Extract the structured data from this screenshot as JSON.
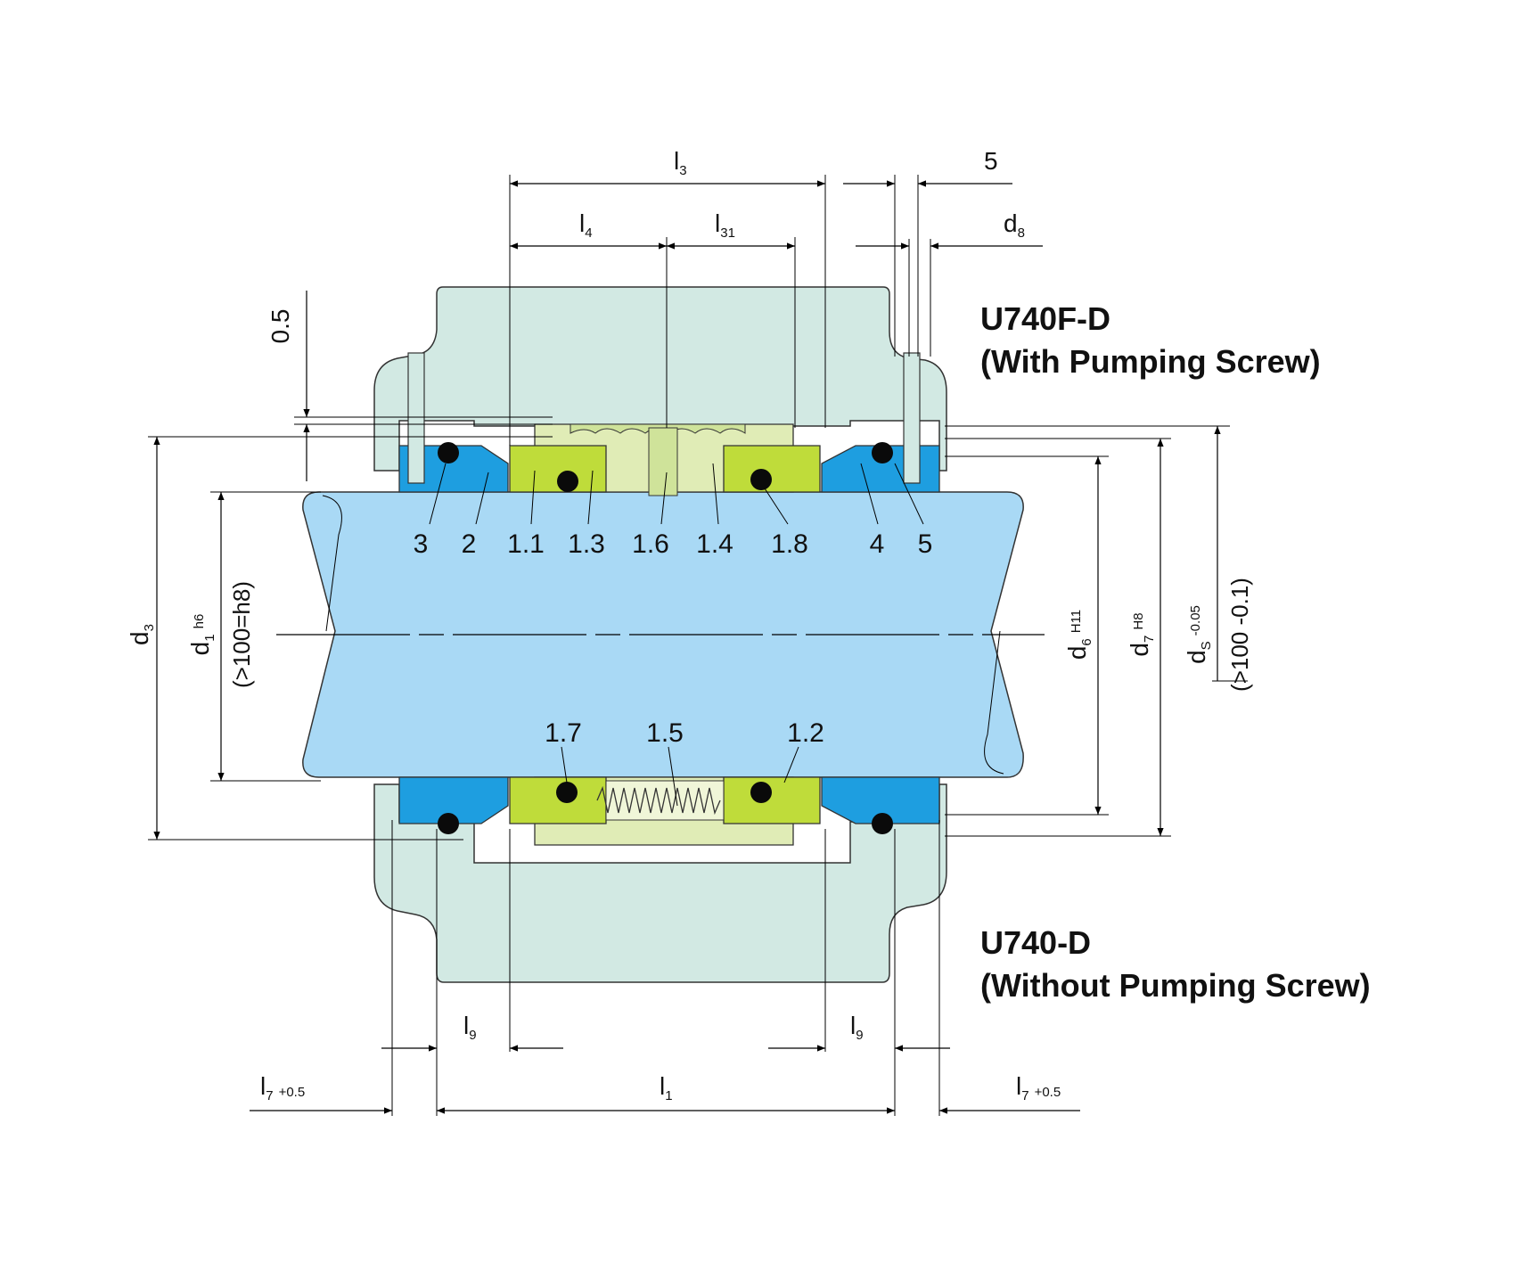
{
  "titles": {
    "top_model": "U740F-D",
    "top_variant": "(With Pumping Screw)",
    "bottom_model": "U740-D",
    "bottom_variant": "(Without Pumping Screw)"
  },
  "part_numbers": {
    "p3": "3",
    "p2": "2",
    "p1_1": "1.1",
    "p1_3": "1.3",
    "p1_6": "1.6",
    "p1_4": "1.4",
    "p1_8": "1.8",
    "p4": "4",
    "p5": "5",
    "p1_7": "1.7",
    "p1_5": "1.5",
    "p1_2": "1.2"
  },
  "dimensions": {
    "l3": {
      "main": "l",
      "sub": "3"
    },
    "l4": {
      "main": "l",
      "sub": "4"
    },
    "l31": {
      "main": "l",
      "sub": "31"
    },
    "five": "5",
    "d8": {
      "main": "d",
      "sub": "8"
    },
    "half": "0.5",
    "d3": {
      "main": "d",
      "sub": "3"
    },
    "d1": {
      "main": "d",
      "sub": "1",
      "tol": "h6"
    },
    "d1_note": "(>100=h8)",
    "d6": {
      "main": "d",
      "sub": "6",
      "tol": "H11"
    },
    "d7": {
      "main": "d",
      "sub": "7",
      "tol": "H8"
    },
    "ds": {
      "main": "d",
      "sub": "S",
      "tol": "-0.05"
    },
    "ds_note": "(>100 -0.1)",
    "l9": {
      "main": "l",
      "sub": "9"
    },
    "l7": {
      "main": "l",
      "sub": "7",
      "tol": "+0.5"
    },
    "l1": {
      "main": "l",
      "sub": "1"
    }
  },
  "colors": {
    "shaft": "#a9d9f5",
    "housing": "#d2e9e3",
    "seal_ring": "#1e9ee0",
    "rotating_ring": "#bfdc3a",
    "sleeve": "#e0ecb6",
    "oring": "#0a0a0a"
  }
}
